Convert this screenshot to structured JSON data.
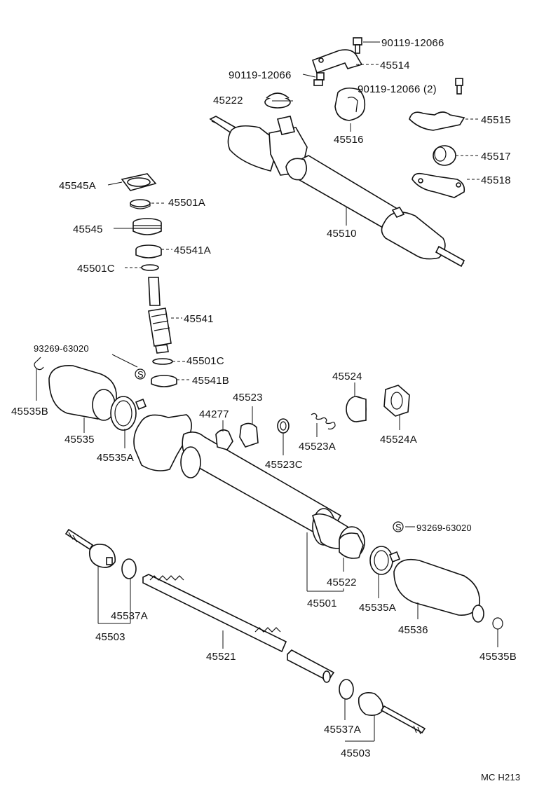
{
  "parts": {
    "p90119_top": "90119-12066",
    "p45514": "45514",
    "p90119_left": "90119-12066",
    "p90119_right": "90119-12066 (2)",
    "p45222": "45222",
    "p45516": "45516",
    "p45515": "45515",
    "p45517": "45517",
    "p45518": "45518",
    "p45545A": "45545A",
    "p45501A": "45501A",
    "p45545": "45545",
    "p45541A": "45541A",
    "p45501C_top": "45501C",
    "p45510": "45510",
    "p45541": "45541",
    "p93269_top": "93269-63020",
    "p45501C_mid": "45501C",
    "p45541B": "45541B",
    "p45535B_left": "45535B",
    "p45535": "45535",
    "p45535A_left": "45535A",
    "p44277": "44277",
    "p45523": "45523",
    "p45523C": "45523C",
    "p45523A": "45523A",
    "p45524": "45524",
    "p45524A": "45524A",
    "p93269_right": "93269-63020",
    "p45522": "45522",
    "p45501": "45501",
    "p45535A_right": "45535A",
    "p45536": "45536",
    "p45535B_right": "45535B",
    "p45537A_left": "45537A",
    "p45503_left": "45503",
    "p45521": "45521",
    "p45537A_bottom": "45537A",
    "p45503_bottom": "45503",
    "s_mark_top": "S",
    "s_mark_right": "S"
  },
  "diagram_code": "MC H213"
}
